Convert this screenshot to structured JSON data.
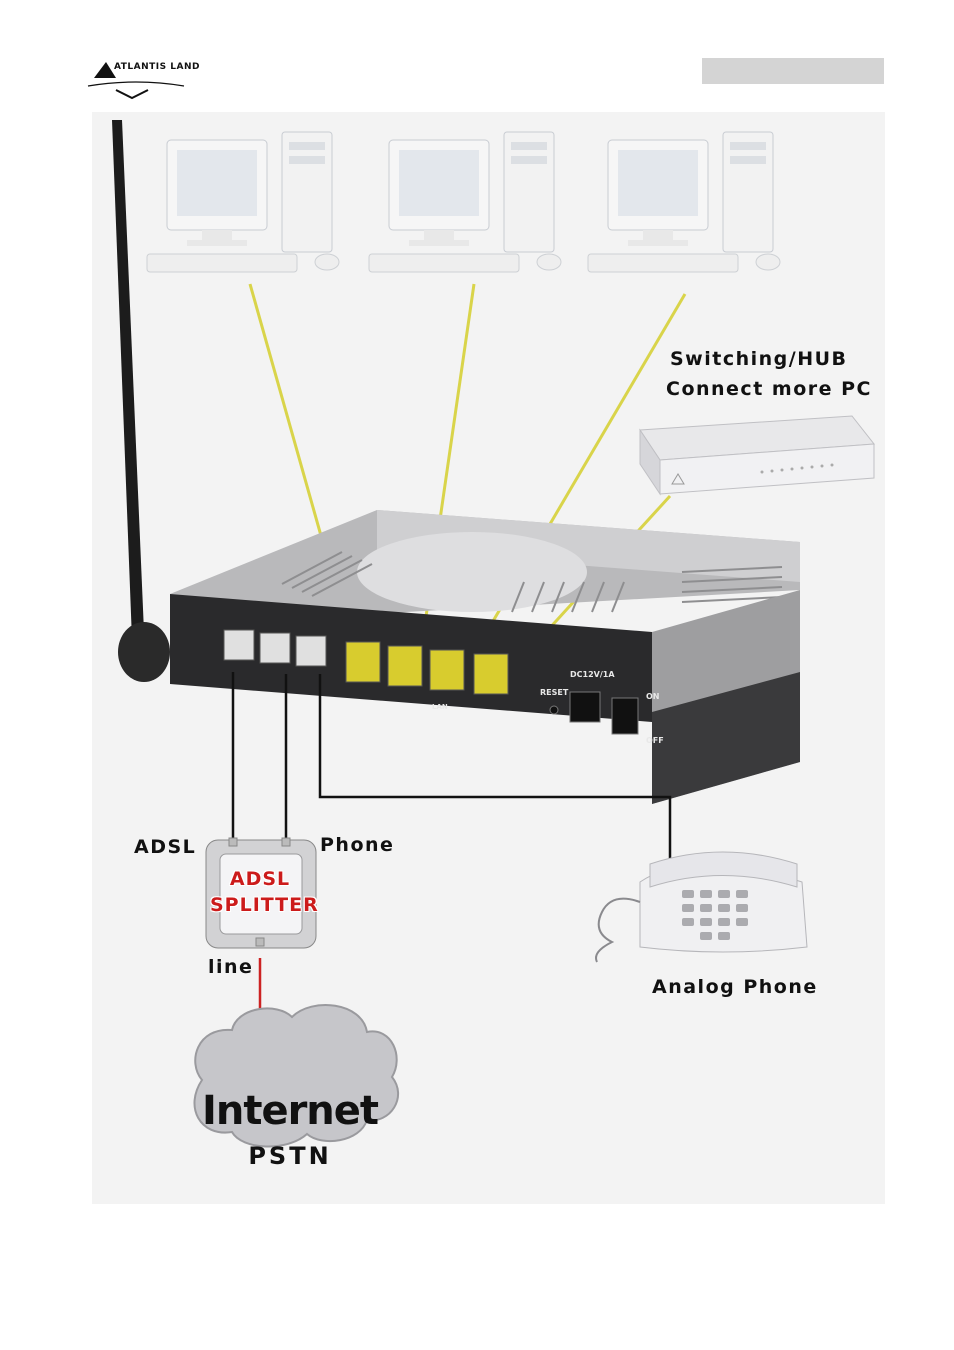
{
  "header": {
    "logo_text": "ATLANTIS LAND",
    "bar_color": "#d4d4d4"
  },
  "labels": {
    "hub_line1": "Switching/HUB",
    "hub_line2": "Connect more PC",
    "adsl": "ADSL",
    "phone": "Phone",
    "splitter_line1": "ADSL",
    "splitter_line2": "SPLITTER",
    "line": "line",
    "analog_phone": "Analog Phone",
    "internet": "Internet",
    "pstn": "PSTN"
  },
  "router_panel": {
    "reset": "RESET",
    "dc": "DC12V/1A",
    "on": "ON",
    "off": "OFF",
    "lan": "LAN"
  },
  "colors": {
    "lan_cable": "#d9d44a",
    "line_cable": "#cc2222",
    "phone_cable": "#111111",
    "splitter_text": "#cc1b1b"
  },
  "icons": [
    "antenna-icon",
    "pc-icon",
    "hub-icon",
    "router-icon",
    "splitter-icon",
    "telephone-icon",
    "cloud-icon"
  ]
}
